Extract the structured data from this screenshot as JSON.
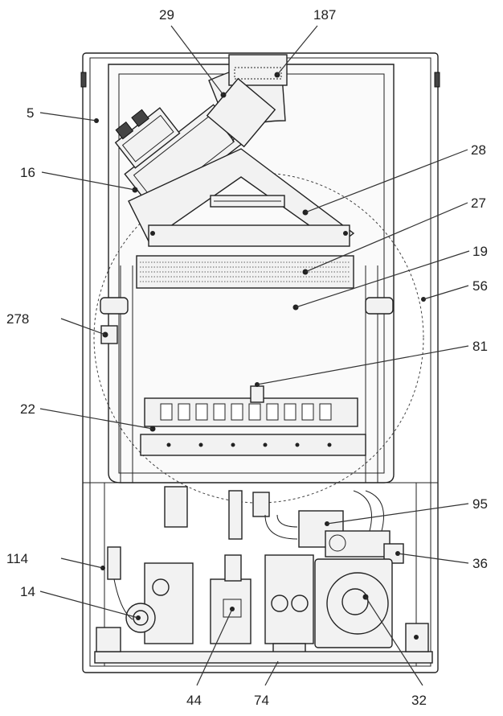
{
  "callouts": [
    {
      "id": "c29",
      "label": "29"
    },
    {
      "id": "c187",
      "label": "187"
    },
    {
      "id": "c5",
      "label": "5"
    },
    {
      "id": "c16",
      "label": "16"
    },
    {
      "id": "c28",
      "label": "28"
    },
    {
      "id": "c27",
      "label": "27"
    },
    {
      "id": "c19",
      "label": "19"
    },
    {
      "id": "c56",
      "label": "56"
    },
    {
      "id": "c278",
      "label": "278"
    },
    {
      "id": "c81",
      "label": "81"
    },
    {
      "id": "c22",
      "label": "22"
    },
    {
      "id": "c95",
      "label": "95"
    },
    {
      "id": "c114",
      "label": "114"
    },
    {
      "id": "c36",
      "label": "36"
    },
    {
      "id": "c14",
      "label": "14"
    },
    {
      "id": "c44",
      "label": "44"
    },
    {
      "id": "c74",
      "label": "74"
    },
    {
      "id": "c32",
      "label": "32"
    }
  ]
}
